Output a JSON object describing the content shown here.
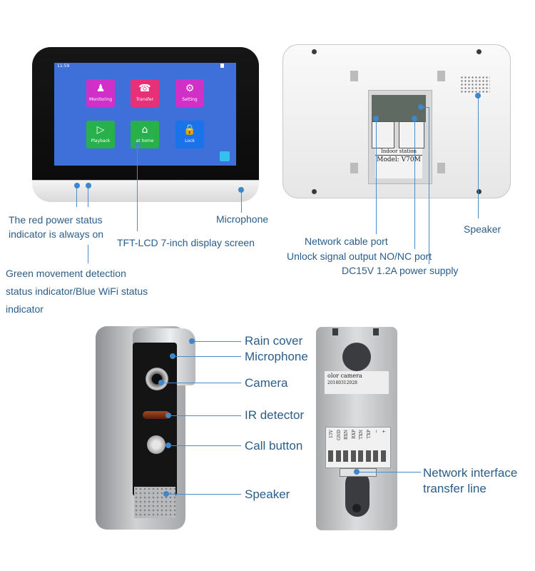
{
  "monitor_screen": {
    "clock": "11:59",
    "tiles": [
      {
        "label": "Monitoring",
        "color": "#d030c8",
        "icon": "person-icon",
        "glyph": "♟"
      },
      {
        "label": "Transfer",
        "color": "#e83078",
        "icon": "phone-icon",
        "glyph": "☎"
      },
      {
        "label": "Setting",
        "color": "#d030c8",
        "icon": "gear-icon",
        "glyph": "⚙"
      },
      {
        "label": "Playback",
        "color": "#28b04a",
        "icon": "play-icon",
        "glyph": "▷"
      },
      {
        "label": "at home",
        "color": "#28b04a",
        "icon": "home-icon",
        "glyph": "⌂"
      },
      {
        "label": "Lock",
        "color": "#1a73e8",
        "icon": "lock-icon",
        "glyph": "🔒"
      }
    ]
  },
  "monitor_front_labels": {
    "red_led": "The red power status\nindicator is always on",
    "green_led": "Green movement detection\nstatus indicator/Blue WiFi status\nindicator",
    "display": "TFT-LCD 7-inch display screen",
    "microphone": "Microphone"
  },
  "monitor_back_labels": {
    "network_port": "Network cable port",
    "unlock_output": "Unlock signal output NO/NC port",
    "power": "DC15V 1.2A power supply",
    "speaker": "Speaker"
  },
  "sticker": {
    "line1": "Indoor station",
    "line2": "Model: V70M"
  },
  "outdoor_labels": {
    "rain_cover": "Rain cover",
    "microphone": "Microphone",
    "camera": "Camera",
    "ir": "IR detector",
    "call": "Call button",
    "speaker": "Speaker"
  },
  "outdoor_back": {
    "label_line1": "olor camera",
    "label_line2": "20180312028",
    "terminals": [
      "15V",
      "GND",
      "RXN",
      "RXP",
      "TXN",
      "TXP",
      "−",
      "+"
    ],
    "network_line": "Network interface\ntransfer line"
  }
}
